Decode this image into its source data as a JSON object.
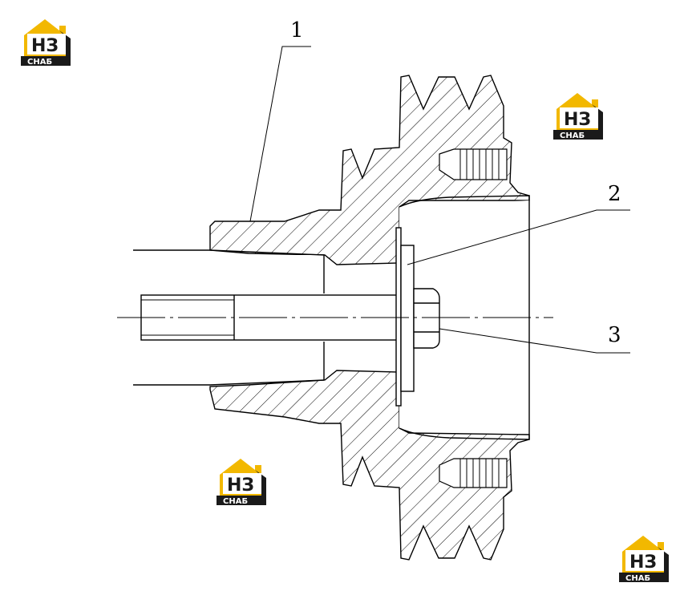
{
  "callouts": {
    "one": "1",
    "two": "2",
    "three": "3"
  },
  "logo": {
    "main_letters": "НЗ",
    "sub_text": "СНАБ",
    "colors": {
      "accent": "#f2b800",
      "dark": "#1a1a1a"
    }
  },
  "colors": {
    "line": "#000000",
    "background": "#ffffff"
  }
}
